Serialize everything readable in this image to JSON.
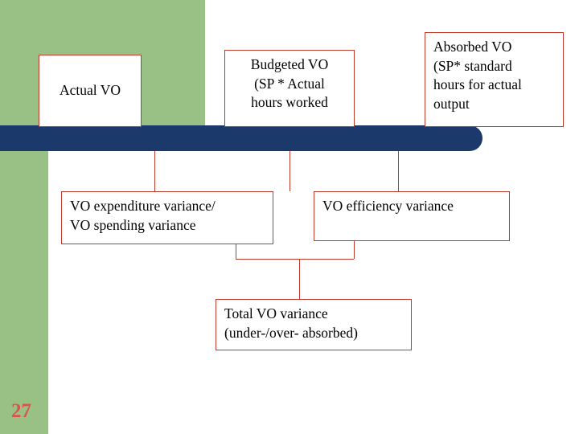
{
  "slide": {
    "number": "27",
    "accent_red": "#c0392b",
    "navy": "#1b3a6b",
    "green": "#9ac185"
  },
  "boxes": {
    "actual": "Actual VO",
    "budgeted": "Budgeted VO\n(SP * Actual\nhours worked",
    "budgeted_lines": [
      "Budgeted VO",
      "(SP * Actual",
      "hours worked"
    ],
    "absorbed_lines": [
      "Absorbed VO",
      "(SP* standard",
      "hours for actual",
      "output"
    ],
    "expenditure_lines": [
      "VO expenditure variance/",
      "VO spending variance"
    ],
    "efficiency": "VO efficiency variance",
    "total_lines": [
      "Total VO variance",
      "(under-/over- absorbed)"
    ]
  }
}
